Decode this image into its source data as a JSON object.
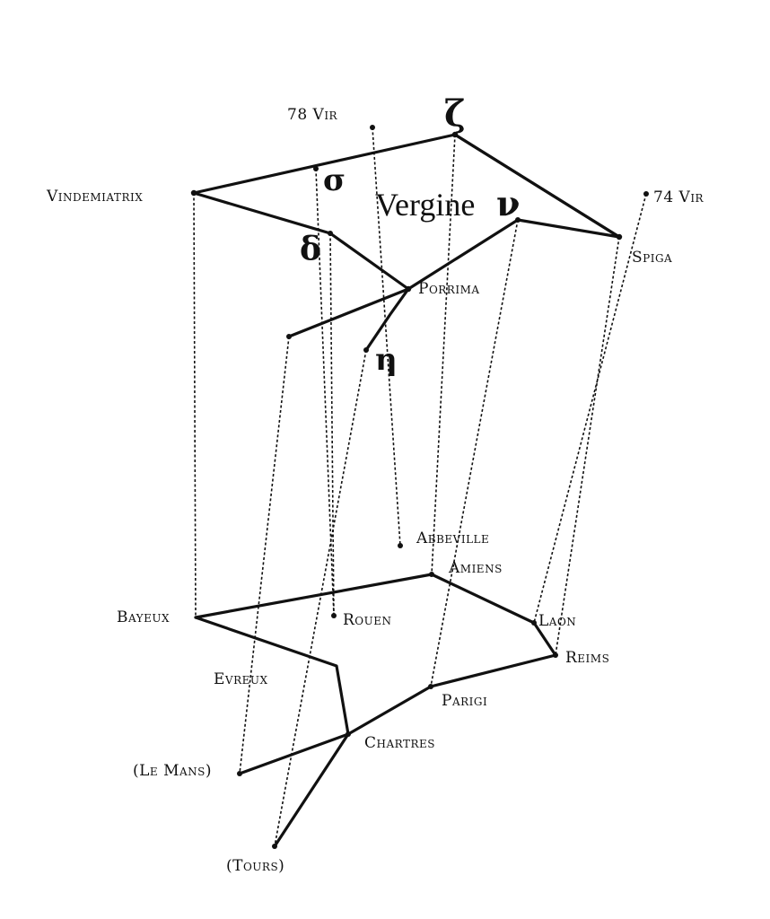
{
  "diagram": {
    "title": "Vergine",
    "stars": [
      {
        "id": "zeta",
        "label": "ζ"
      },
      {
        "id": "vir78",
        "label": "78 Vir"
      },
      {
        "id": "sigma",
        "label": "σ"
      },
      {
        "id": "vindemiatrix",
        "label": "Vindemiatrix"
      },
      {
        "id": "delta",
        "label": "δ"
      },
      {
        "id": "nu",
        "label": "ν"
      },
      {
        "id": "vir74",
        "label": "74 Vir"
      },
      {
        "id": "spiga",
        "label": "Spiga"
      },
      {
        "id": "porrima",
        "label": "Porrima"
      },
      {
        "id": "eta",
        "label": "η"
      },
      {
        "id": "gamma_lo",
        "label": ""
      }
    ],
    "cities": [
      {
        "id": "abbeville",
        "label": "Abbeville"
      },
      {
        "id": "amiens",
        "label": "Amiens"
      },
      {
        "id": "bayeux",
        "label": "Bayeux"
      },
      {
        "id": "rouen",
        "label": "Rouen"
      },
      {
        "id": "laon",
        "label": "Laon"
      },
      {
        "id": "reims",
        "label": "Reims"
      },
      {
        "id": "evreux",
        "label": "Evreux"
      },
      {
        "id": "parigi",
        "label": "Parigi"
      },
      {
        "id": "chartres",
        "label": "Chartres"
      },
      {
        "id": "lemans",
        "label": "(Le Mans)"
      },
      {
        "id": "tours",
        "label": "(Tours)"
      }
    ]
  }
}
